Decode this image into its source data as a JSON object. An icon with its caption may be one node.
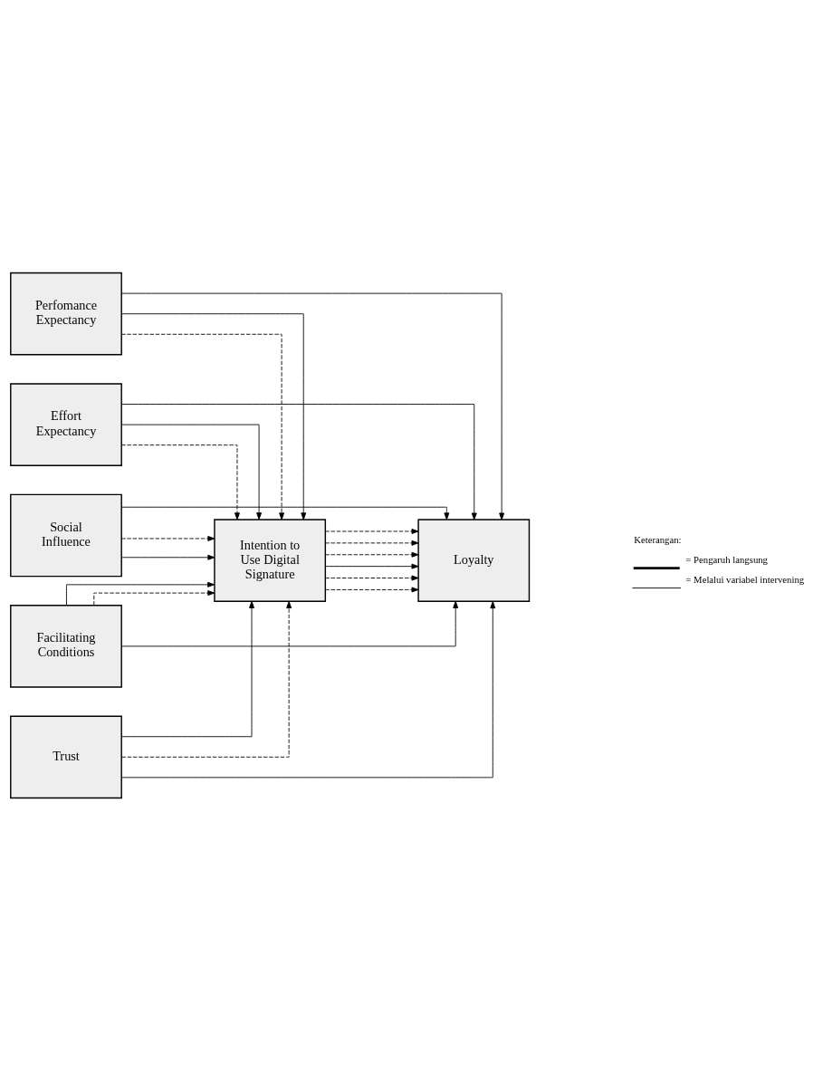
{
  "diagram": {
    "nodes": [
      {
        "text": [
          "Perfomance Expectancy"
        ]
      },
      {
        "text": [
          "Effort Expectancy"
        ]
      },
      {
        "text": [
          "Social Influence"
        ]
      },
      {
        "text": [
          "Facilitating Conditions"
        ]
      },
      {
        "text": [
          "Trust"
        ]
      },
      {
        "text": [
          "Intention to Use Digital Signature"
        ]
      },
      {
        "text": [
          "Loyalty"
        ]
      }
    ],
    "edges": [
      {
        "from": 0,
        "to": 6,
        "arrow": "to"
      },
      {
        "from": 0,
        "to": 5,
        "arrow": "to",
        "style": "dashed"
      },
      {
        "from": 0,
        "to": 5,
        "arrow": "to"
      },
      {
        "from": 1,
        "to": 6,
        "arrow": "to"
      },
      {
        "from": 1,
        "to": 5,
        "arrow": "to",
        "style": "dashed"
      },
      {
        "from": 1,
        "to": 5,
        "arrow": "to"
      },
      {
        "from": 2,
        "to": 5,
        "arrow": "to"
      },
      {
        "from": 2,
        "to": 6,
        "arrow": "to"
      },
      {
        "from": 2,
        "to": 5,
        "arrow": "to",
        "style": "dashed"
      },
      {
        "from": 3,
        "to": 5,
        "arrow": "to"
      },
      {
        "from": 3,
        "to": 5,
        "arrow": "to",
        "style": "dashed"
      },
      {
        "from": 3,
        "to": 6,
        "arrow": "to"
      },
      {
        "from": 4,
        "to": 5,
        "arrow": "to"
      },
      {
        "from": 4,
        "to": 5,
        "arrow": "to",
        "style": "dashed"
      },
      {
        "from": 4,
        "to": 6,
        "arrow": "to"
      },
      {
        "from": 5,
        "to": 6,
        "arrow": "to",
        "style": "dashed"
      },
      {
        "from": 5,
        "to": 6,
        "arrow": "to",
        "style": "dashed"
      },
      {
        "from": 5,
        "to": 6,
        "arrow": "to"
      },
      {
        "from": 5,
        "to": 6,
        "arrow": "to",
        "style": "dashed"
      },
      {
        "from": 5,
        "to": 6,
        "arrow": "to",
        "style": "dashed"
      },
      {
        "from": 5,
        "to": 6,
        "arrow": "to",
        "style": "dashed"
      }
    ],
    "labels": [
      "Keterangan:"
    ],
    "legend": [
      {
        "text": "= Pengaruh langsung"
      },
      {
        "text": "= Melalui variabel intervening"
      }
    ]
  }
}
